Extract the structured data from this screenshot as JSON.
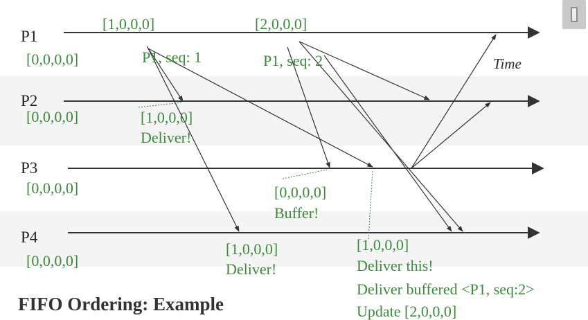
{
  "title": "FIFO Ordering: Example",
  "time_label": "Time",
  "processes": [
    {
      "name": "P1",
      "initial_vector": "[0,0,0,0]"
    },
    {
      "name": "P2",
      "initial_vector": "[0,0,0,0]"
    },
    {
      "name": "P3",
      "initial_vector": "[0,0,0,0]"
    },
    {
      "name": "P4",
      "initial_vector": "[0,0,0,0]"
    }
  ],
  "p1_events": [
    {
      "vector": "[1,0,0,0]",
      "message": "P1, seq: 1"
    },
    {
      "vector": "[2,0,0,0]",
      "message": "P1, seq: 2"
    }
  ],
  "annotations": {
    "p2_receive": {
      "vector": "[1,0,0,0]",
      "action": "Deliver!"
    },
    "p3_receive": {
      "vector": "[0,0,0,0]",
      "action": "Buffer!"
    },
    "p4_receive": {
      "vector": "[1,0,0,0]",
      "action": "Deliver!"
    },
    "p3_second": {
      "vector": "[1,0,0,0]",
      "lines": [
        "Deliver this!",
        "Deliver buffered <P1, seq:2>",
        "Update [2,0,0,0]"
      ]
    }
  },
  "colors": {
    "annotation": "#3a8a3a",
    "line": "#333333",
    "band": "#f4f4f4"
  }
}
